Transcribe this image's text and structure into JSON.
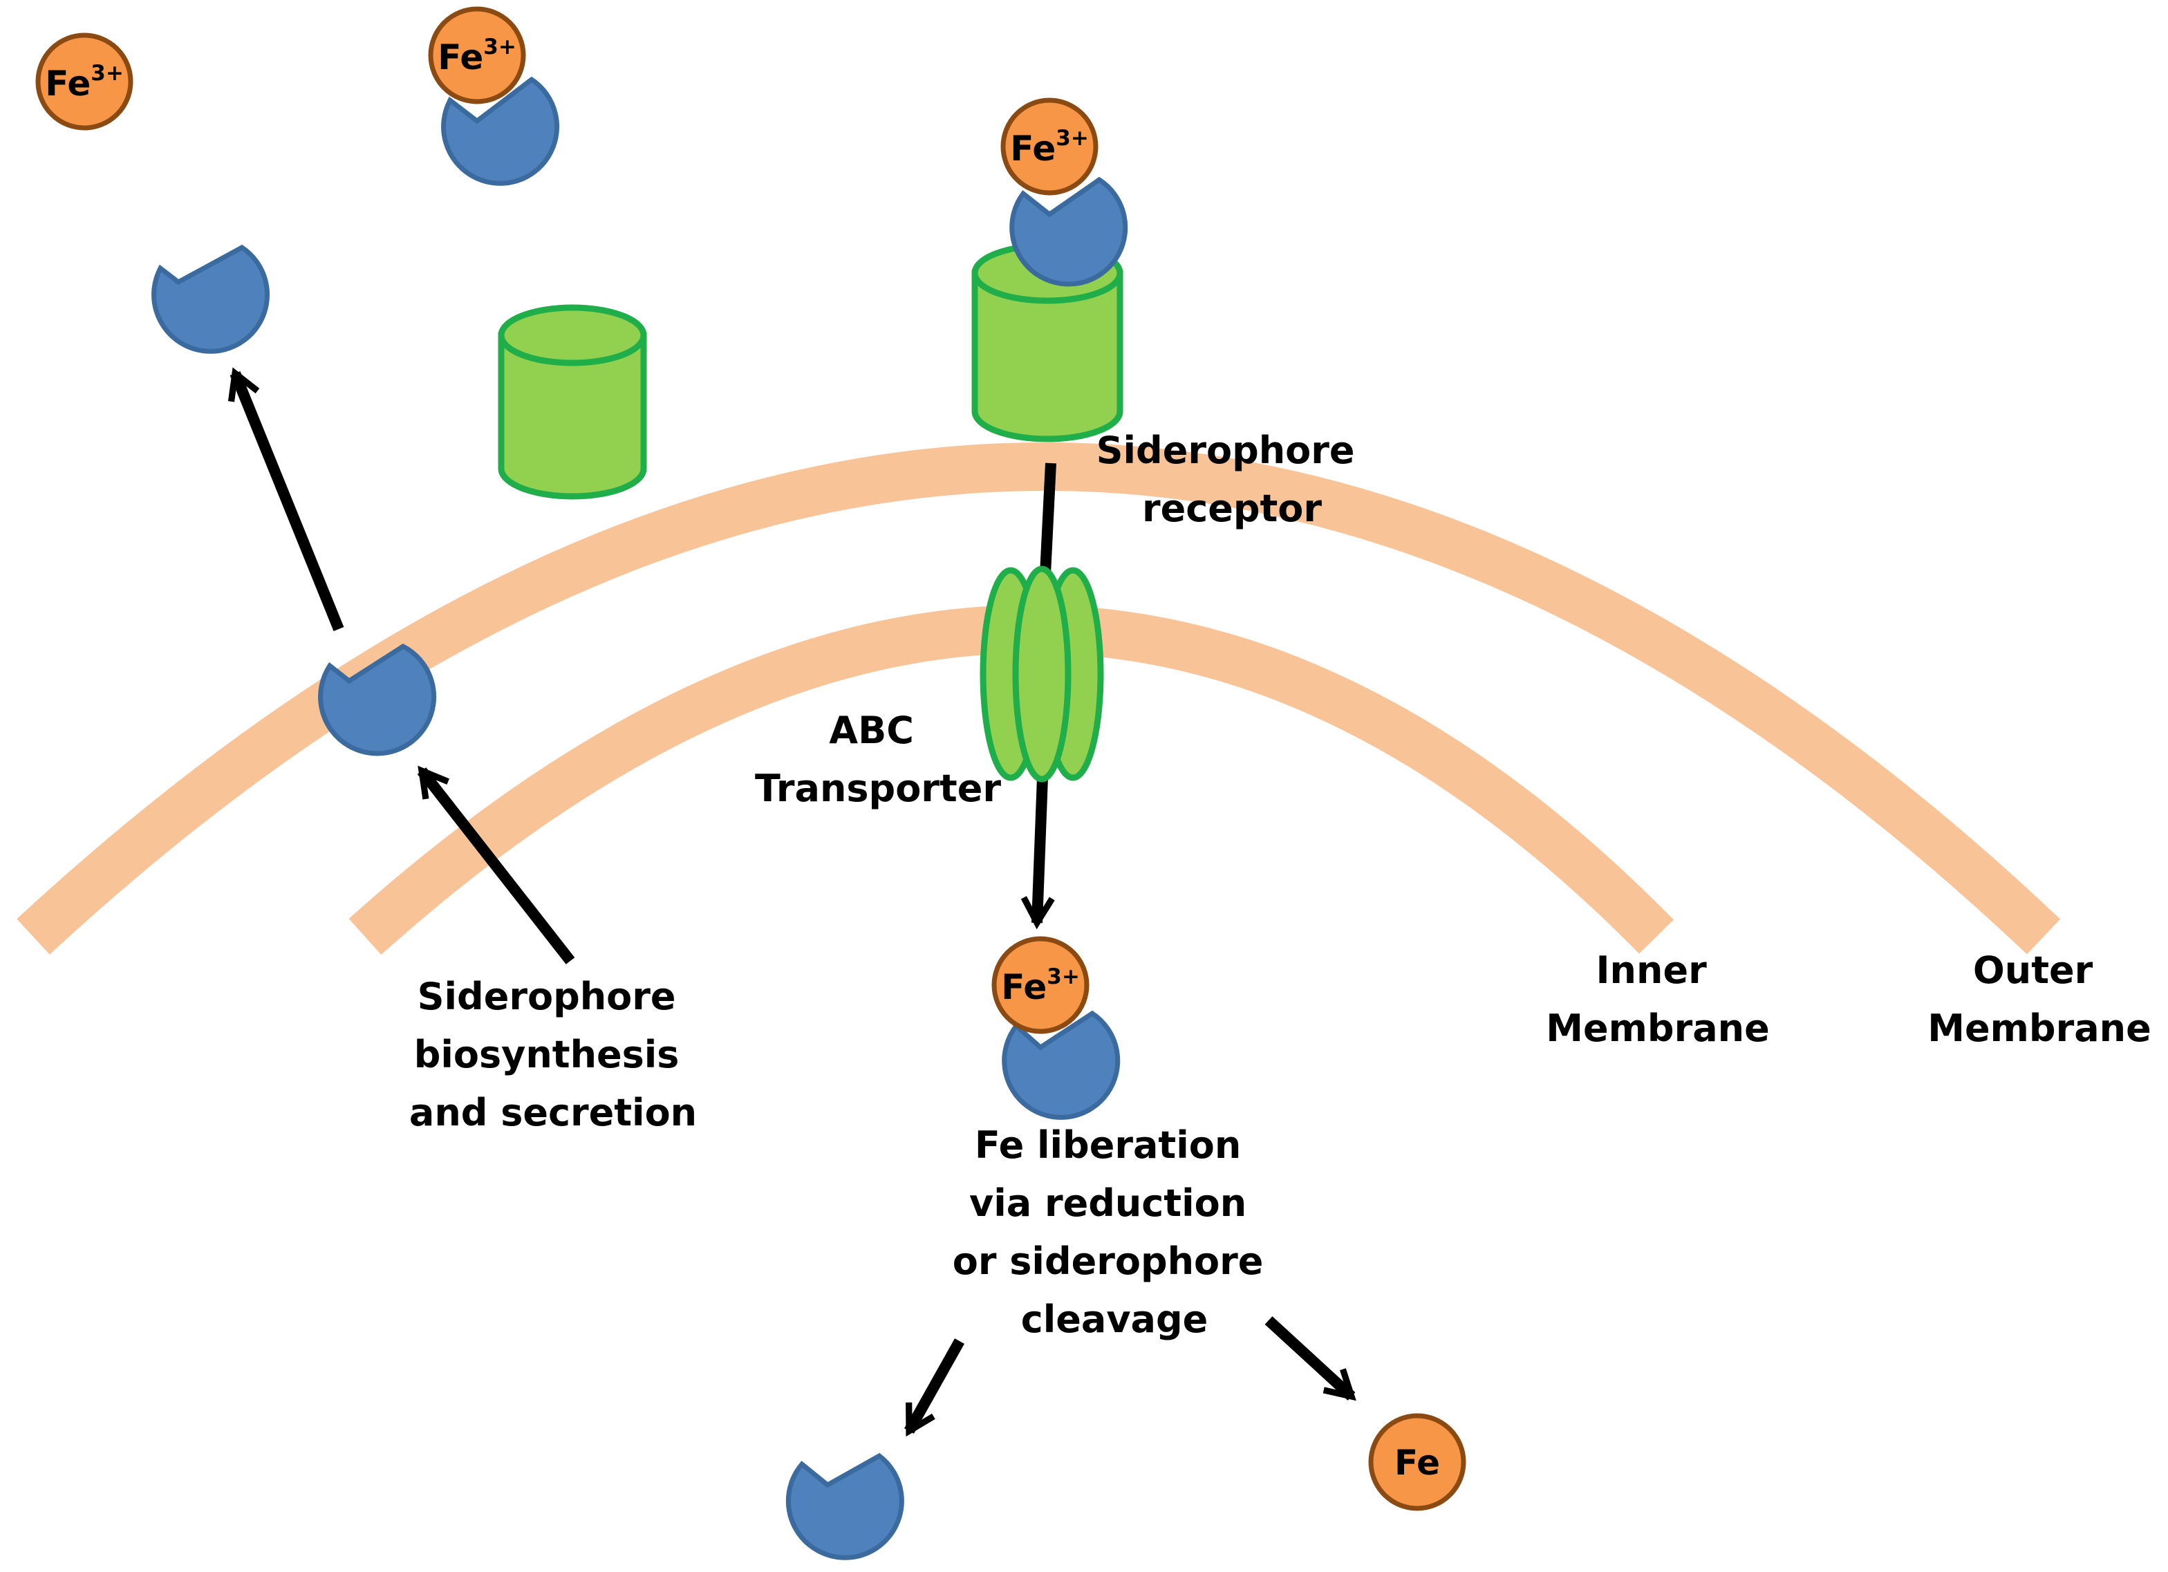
{
  "colors": {
    "membrane": "#f8c497",
    "siderophore_fill": "#4f81bd",
    "siderophore_stroke": "#3a6a9e",
    "iron_fill": "#f79646",
    "iron_stroke": "#8a4a12",
    "protein_fill": "#92d050",
    "protein_stroke": "#1fae4a",
    "arrow": "#000000"
  },
  "ions": {
    "fe3_base": "Fe",
    "fe3_charge": "3+",
    "fe_plain": "Fe"
  },
  "labels": {
    "siderophore_receptor": [
      "Siderophore",
      "receptor"
    ],
    "abc_transporter": [
      "ABC",
      "Transporter"
    ],
    "biosynthesis": [
      "Siderophore",
      "biosynthesis",
      "and secretion"
    ],
    "fe_liberation": [
      "Fe liberation",
      "via reduction",
      "or siderophore",
      "cleavage"
    ],
    "inner_membrane": [
      "Inner",
      "Membrane"
    ],
    "outer_membrane": [
      "Outer",
      "Membrane"
    ]
  }
}
